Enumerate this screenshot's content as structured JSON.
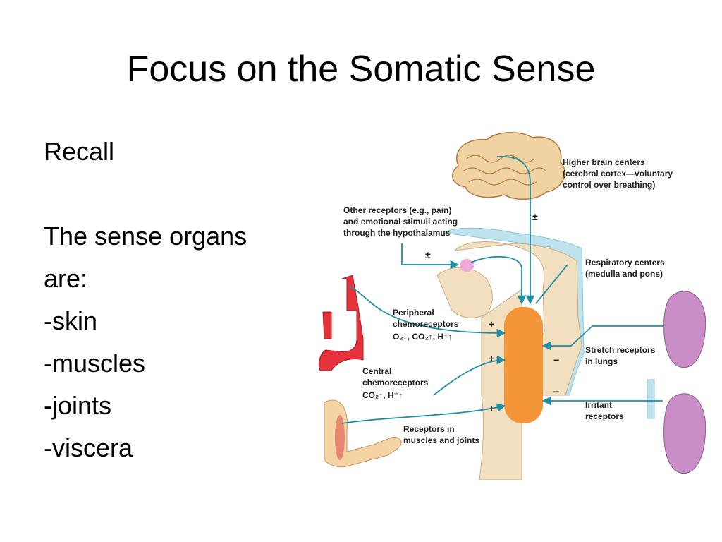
{
  "slide": {
    "title": "Focus on the Somatic Sense",
    "lines": [
      "Recall",
      "",
      "The sense organs",
      "are:",
      "-skin",
      "-muscles",
      "-joints",
      "-viscera"
    ]
  },
  "diagram": {
    "labels": {
      "higher_brain": [
        "Higher brain centers",
        "(cerebral cortex—voluntary",
        "control over breathing)"
      ],
      "other_receptors": [
        "Other receptors (e.g., pain)",
        "and emotional stimuli acting",
        "through the hypothalamus"
      ],
      "respiratory_centers": [
        "Respiratory centers",
        "(medulla and pons)"
      ],
      "peripheral": [
        "Peripheral",
        "chemoreceptors",
        "O₂↓, CO₂↑, H⁺↑"
      ],
      "stretch": [
        "Stretch receptors",
        "in lungs"
      ],
      "central": [
        "Central",
        "chemoreceptors",
        "CO₂↑, H⁺↑"
      ],
      "irritant": [
        "Irritant",
        "receptors"
      ],
      "muscle_joint": [
        "Receptors in",
        "muscles and joints"
      ]
    },
    "signs": {
      "brain": "±",
      "hypothalamus": "±",
      "peripheral": "+",
      "central": "+",
      "muscle": "+",
      "stretch": "−",
      "irritant": "−"
    },
    "colors": {
      "arrow": "#1e8ea6",
      "brainstem": "#f2dfbf",
      "csf": "#bfe3ee",
      "respiratory_center": "#f5953a",
      "lungs": "#c98ec8",
      "artery": "#e5323b",
      "hypothalamus": "#f0a8d8"
    }
  }
}
